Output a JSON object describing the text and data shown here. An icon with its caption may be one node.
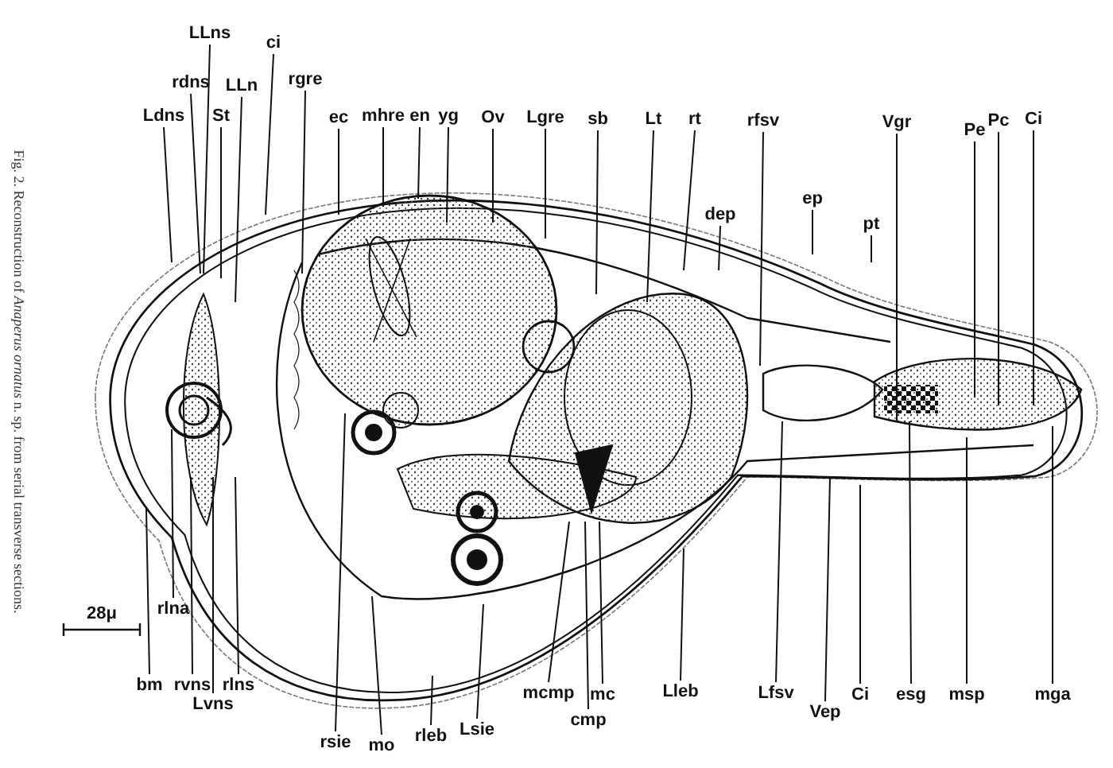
{
  "diagram": {
    "caption": "Fig. 2. Reconstruction of *Anaperus ornatus* n. sp. from serial transverse sections.",
    "nodes": [
      {
        "text": [
          "LLns"
        ]
      },
      {
        "text": [
          "ci"
        ]
      },
      {
        "text": [
          "rgre"
        ]
      },
      {
        "text": [
          "rdns"
        ]
      },
      {
        "text": [
          "LLn"
        ]
      },
      {
        "text": [
          "Ldns"
        ]
      },
      {
        "text": [
          "St"
        ]
      },
      {
        "text": [
          "ec"
        ]
      },
      {
        "text": [
          "mhre"
        ]
      },
      {
        "text": [
          "en"
        ]
      },
      {
        "text": [
          "yg"
        ]
      },
      {
        "text": [
          "Ov"
        ]
      },
      {
        "text": [
          "Lgre"
        ]
      },
      {
        "text": [
          "sb"
        ]
      },
      {
        "text": [
          "Lt"
        ]
      },
      {
        "text": [
          "rt"
        ]
      },
      {
        "text": [
          "rfsv"
        ]
      },
      {
        "text": [
          "Vgr"
        ]
      },
      {
        "text": [
          "Pe"
        ]
      },
      {
        "text": [
          "Pc"
        ]
      },
      {
        "text": [
          "Ci"
        ]
      },
      {
        "text": [
          "ep"
        ]
      },
      {
        "text": [
          "dep"
        ]
      },
      {
        "text": [
          "pt"
        ]
      },
      {
        "text": [
          "rlna"
        ]
      },
      {
        "text": [
          "bm"
        ]
      },
      {
        "text": [
          "rvns"
        ]
      },
      {
        "text": [
          "rlns"
        ]
      },
      {
        "text": [
          "Lvns"
        ]
      },
      {
        "text": [
          "mcmp"
        ]
      },
      {
        "text": [
          "mc"
        ]
      },
      {
        "text": [
          "Lleb"
        ]
      },
      {
        "text": [
          "Lfsv"
        ]
      },
      {
        "text": [
          "Ci"
        ]
      },
      {
        "text": [
          "esg"
        ]
      },
      {
        "text": [
          "msp"
        ]
      },
      {
        "text": [
          "mga"
        ]
      },
      {
        "text": [
          "Vep"
        ]
      },
      {
        "text": [
          "cmp"
        ]
      },
      {
        "text": [
          "Lsie"
        ]
      },
      {
        "text": [
          "rleb"
        ]
      },
      {
        "text": [
          "rsie"
        ]
      },
      {
        "text": [
          "mo"
        ]
      }
    ],
    "edges": [
      {
        "from": 0,
        "to": null,
        "arrow": "none"
      },
      {
        "from": 1,
        "to": null,
        "arrow": "none"
      },
      {
        "from": 2,
        "to": null,
        "arrow": "none"
      },
      {
        "from": 3,
        "to": null,
        "arrow": "none"
      },
      {
        "from": 4,
        "to": null,
        "arrow": "none"
      },
      {
        "from": 5,
        "to": null,
        "arrow": "none"
      },
      {
        "from": 6,
        "to": null,
        "arrow": "none"
      },
      {
        "from": 7,
        "to": null,
        "arrow": "none"
      },
      {
        "from": 8,
        "to": null,
        "arrow": "none"
      },
      {
        "from": 9,
        "to": null,
        "arrow": "none"
      },
      {
        "from": 10,
        "to": null,
        "arrow": "none"
      },
      {
        "from": 11,
        "to": null,
        "arrow": "none"
      },
      {
        "from": 12,
        "to": null,
        "arrow": "none"
      },
      {
        "from": 13,
        "to": null,
        "arrow": "none"
      },
      {
        "from": 14,
        "to": null,
        "arrow": "none"
      },
      {
        "from": 15,
        "to": null,
        "arrow": "none"
      },
      {
        "from": 16,
        "to": null,
        "arrow": "none"
      },
      {
        "from": 17,
        "to": null,
        "arrow": "none"
      },
      {
        "from": 18,
        "to": null,
        "arrow": "none"
      },
      {
        "from": 19,
        "to": null,
        "arrow": "none"
      },
      {
        "from": 20,
        "to": null,
        "arrow": "none"
      },
      {
        "from": 21,
        "to": null,
        "arrow": "none"
      },
      {
        "from": 22,
        "to": null,
        "arrow": "none"
      },
      {
        "from": 23,
        "to": null,
        "arrow": "none"
      },
      {
        "from": 24,
        "to": null,
        "arrow": "none"
      },
      {
        "from": 25,
        "to": null,
        "arrow": "none"
      },
      {
        "from": 26,
        "to": null,
        "arrow": "none"
      },
      {
        "from": 27,
        "to": null,
        "arrow": "none"
      },
      {
        "from": 28,
        "to": null,
        "arrow": "none"
      },
      {
        "from": 29,
        "to": null,
        "arrow": "none"
      },
      {
        "from": 30,
        "to": null,
        "arrow": "none"
      },
      {
        "from": 31,
        "to": null,
        "arrow": "none"
      },
      {
        "from": 32,
        "to": null,
        "arrow": "none"
      },
      {
        "from": 33,
        "to": null,
        "arrow": "none"
      },
      {
        "from": 34,
        "to": null,
        "arrow": "none"
      },
      {
        "from": 35,
        "to": null,
        "arrow": "none"
      },
      {
        "from": 36,
        "to": null,
        "arrow": "none"
      },
      {
        "from": 37,
        "to": null,
        "arrow": "none"
      },
      {
        "from": 38,
        "to": null,
        "arrow": "none"
      },
      {
        "from": 39,
        "to": null,
        "arrow": "none"
      },
      {
        "from": 40,
        "to": null,
        "arrow": "none"
      },
      {
        "from": 41,
        "to": null,
        "arrow": "none"
      },
      {
        "from": 42,
        "to": null,
        "arrow": "none"
      }
    ],
    "labels": [
      "28μ"
    ]
  }
}
